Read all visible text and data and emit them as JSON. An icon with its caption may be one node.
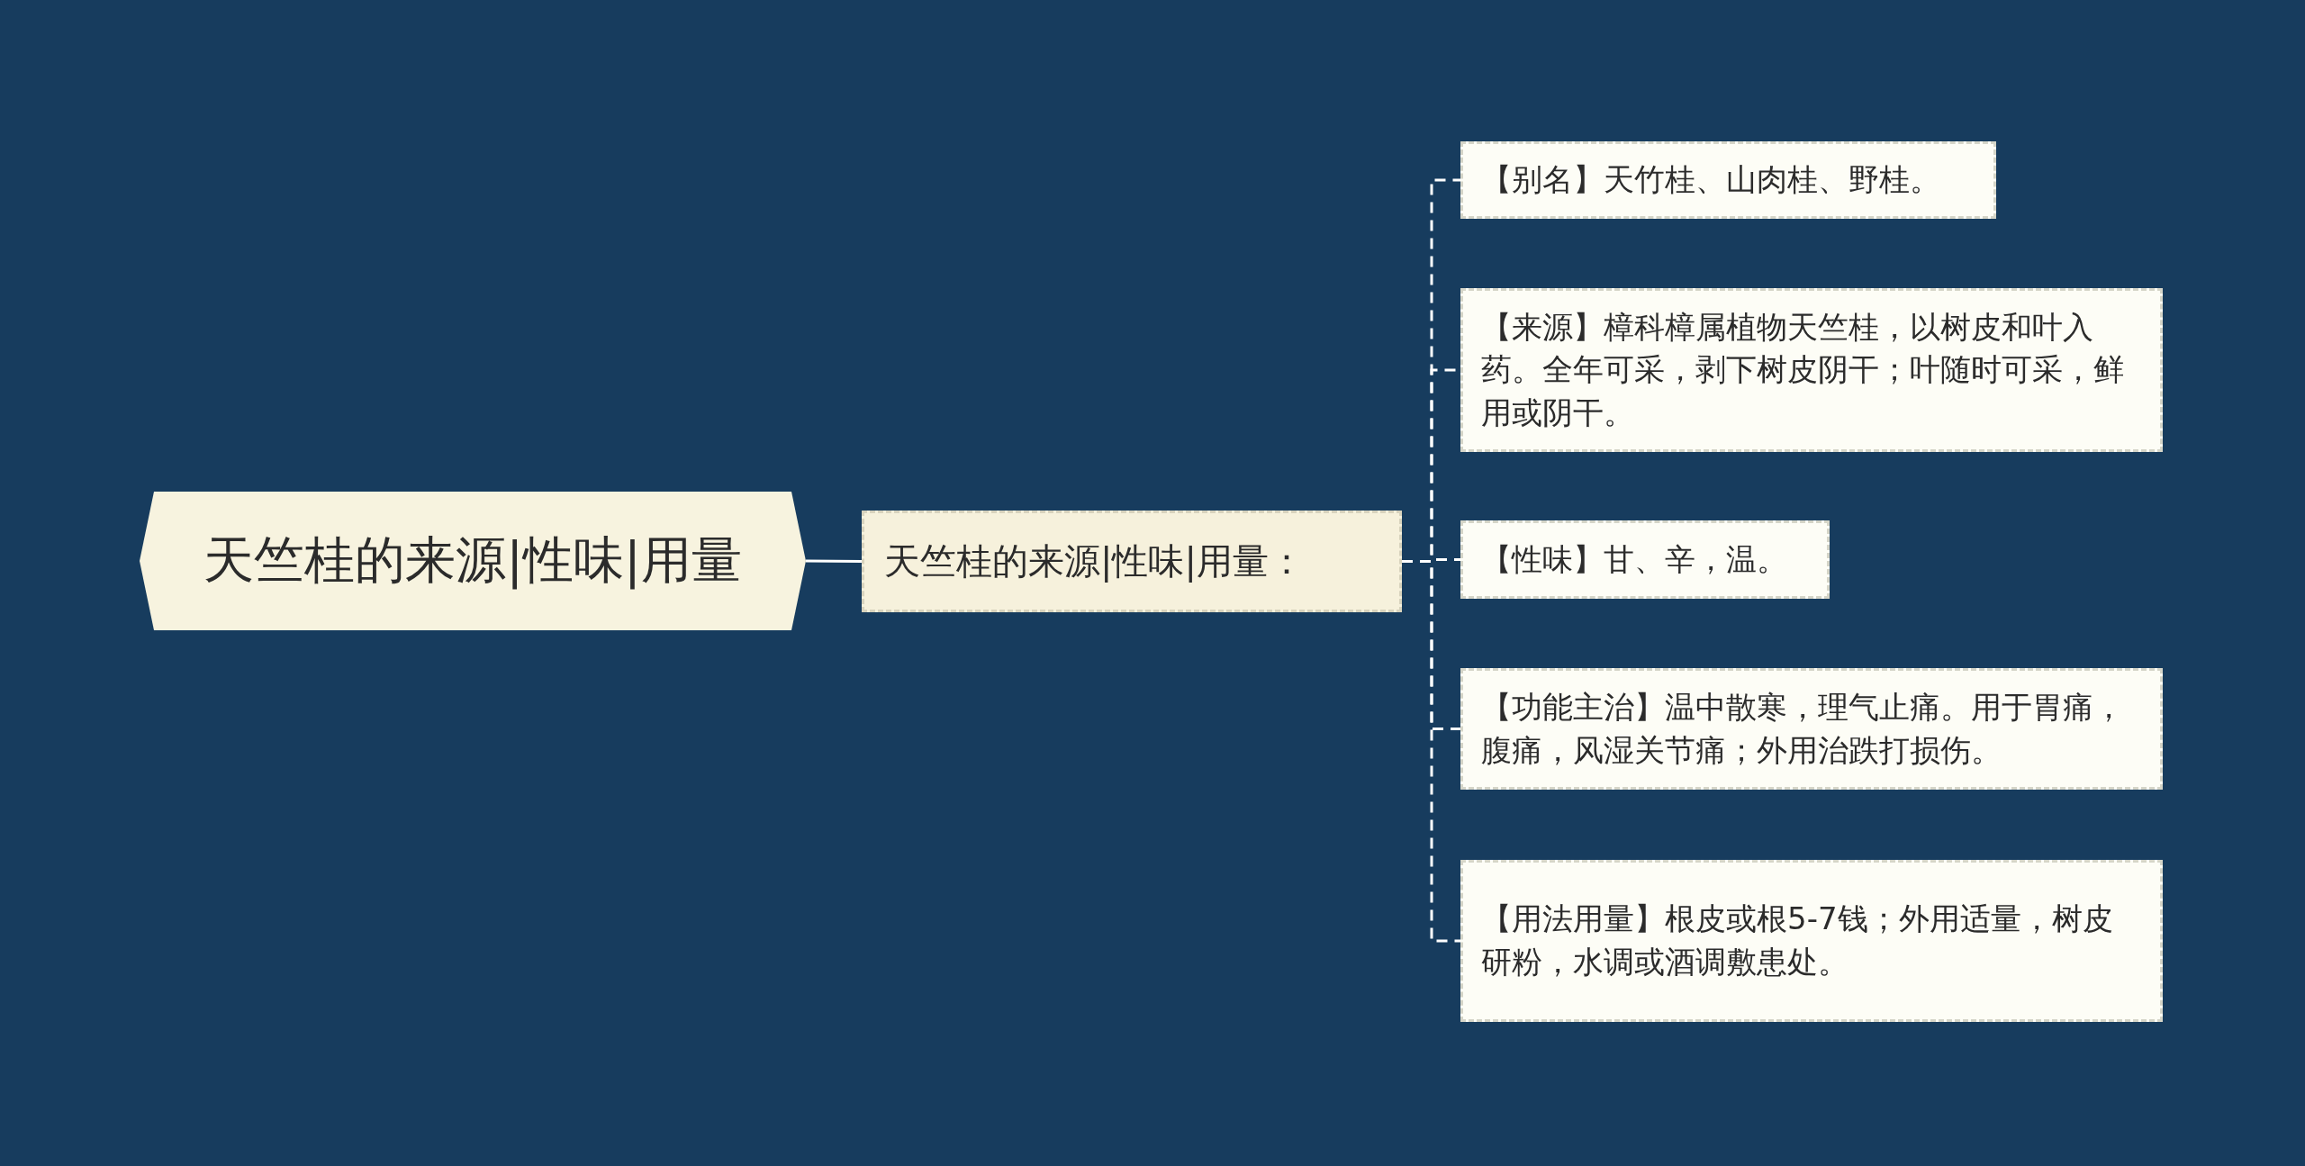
{
  "diagram": {
    "nodes": [
      {
        "text": [
          "天竺桂的来源|性味|用量"
        ]
      },
      {
        "text": [
          "天竺桂的来源|性味|用量："
        ]
      },
      {
        "text": [
          "【别名】天竹桂、山肉桂、野桂。"
        ]
      },
      {
        "text": [
          "【来源】樟科樟属植物天竺桂，以树皮和叶入药。全年可采，剥下树皮阴干；叶随时可采，鲜用或阴干。"
        ]
      },
      {
        "text": [
          "【性味】甘、辛，温。"
        ]
      },
      {
        "text": [
          "【功能主治】温中散寒，理气止痛。用于胃痛，腹痛，风湿关节痛；外用治跌打损伤。"
        ]
      },
      {
        "text": [
          "【用法用量】根皮或根5-7钱；外用适量，树皮研粉，水调或酒调敷患处。"
        ]
      }
    ],
    "edges": [
      {
        "from": 0,
        "to": 1,
        "arrow": "none"
      },
      {
        "from": 1,
        "to": 2,
        "arrow": "none",
        "style": "dashed"
      },
      {
        "from": 1,
        "to": 3,
        "arrow": "none",
        "style": "dashed"
      },
      {
        "from": 1,
        "to": 4,
        "arrow": "none",
        "style": "dashed"
      },
      {
        "from": 1,
        "to": 5,
        "arrow": "none",
        "style": "dashed"
      },
      {
        "from": 1,
        "to": 6,
        "arrow": "none",
        "style": "dashed"
      }
    ]
  }
}
